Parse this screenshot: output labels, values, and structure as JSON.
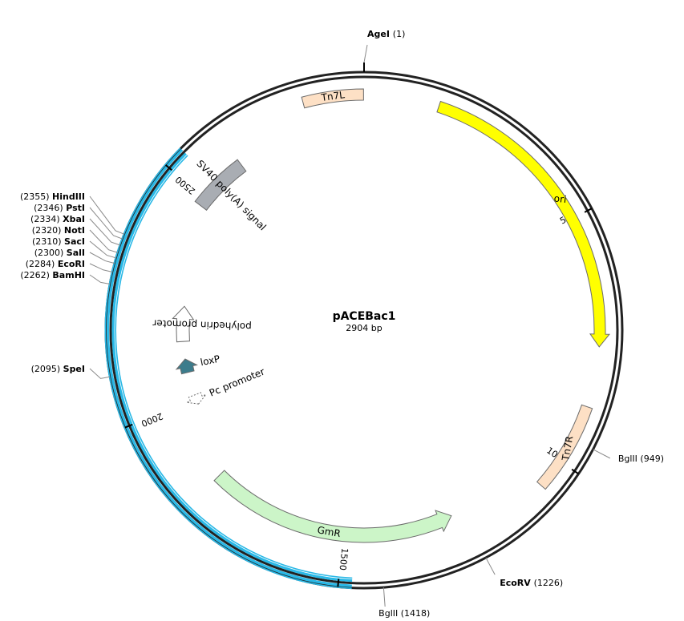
{
  "plasmid": {
    "name": "pACEBac1",
    "size_label": "2904 bp",
    "length": 2904
  },
  "colors": {
    "backbone": "#222222",
    "highlight": "#2ab8e6",
    "tn7": "#fde0c5",
    "ori": "#ffff00",
    "gmr": "#ccf5c8",
    "sv40": "#a9adb3",
    "polyhedrin": "#ffffff",
    "loxp": "#3c7c8c",
    "pc_promoter": "#ffffff"
  },
  "highlight_region": {
    "start": 1475,
    "end": 2540
  },
  "ticks": [
    {
      "bp": 500,
      "label": "500"
    },
    {
      "bp": 1000,
      "label": "1000"
    },
    {
      "bp": 1500,
      "label": "1500"
    },
    {
      "bp": 2000,
      "label": "2000"
    },
    {
      "bp": 2500,
      "label": "2500"
    }
  ],
  "features": [
    {
      "id": "tn7l",
      "label": "Tn7L",
      "start": 2784,
      "end": 2904,
      "ring": 0,
      "strand": 0,
      "color": "tn7",
      "shape": "box",
      "label_mode": "inside"
    },
    {
      "id": "ori",
      "label": "ori",
      "start": 150,
      "end": 760,
      "ring": 0,
      "strand": 1,
      "color": "ori",
      "shape": "arrow",
      "label_mode": "inside"
    },
    {
      "id": "tn7r",
      "label": "Tn7R",
      "start": 880,
      "end": 1060,
      "ring": 0,
      "strand": 0,
      "color": "tn7",
      "shape": "box",
      "label_mode": "inside"
    },
    {
      "id": "gmr",
      "label": "GmR",
      "start": 1250,
      "end": 1815,
      "ring": 1,
      "strand": -1,
      "color": "gmr",
      "shape": "arrow",
      "label_mode": "inside"
    },
    {
      "id": "pc_promoter",
      "label": "Pc promoter",
      "start": 1985,
      "end": 2010,
      "ring": 2,
      "strand": -1,
      "color": "pc_promoter",
      "shape": "arrow",
      "dashed": true,
      "label_mode": "outward"
    },
    {
      "id": "loxp",
      "label": "loxP",
      "start": 2070,
      "end": 2105,
      "ring": 2,
      "strand": 1,
      "color": "loxp",
      "shape": "arrow",
      "label_mode": "outward"
    },
    {
      "id": "polyhedrin",
      "label": "polyhedrin promoter",
      "start": 2150,
      "end": 2240,
      "ring": 2,
      "strand": 1,
      "color": "polyhedrin",
      "shape": "arrow",
      "label_mode": "beside"
    },
    {
      "id": "sv40",
      "label": "SV40 poly(A) signal",
      "start": 2480,
      "end": 2610,
      "ring": 1,
      "strand": 0,
      "color": "sv40",
      "shape": "box",
      "label_mode": "outward"
    }
  ],
  "sites": [
    {
      "name": "AgeI",
      "pos": "(1)",
      "bp": 1,
      "name_bold": true,
      "side": "top"
    },
    {
      "name": "BglII",
      "pos": "(949)",
      "bp": 949,
      "name_bold": false,
      "side": "right"
    },
    {
      "name": "EcoRV",
      "pos": "(1226)",
      "bp": 1226,
      "name_bold": true,
      "side": "right"
    },
    {
      "name": "BglII",
      "pos": "(1418)",
      "bp": 1418,
      "name_bold": false,
      "side": "bottom"
    },
    {
      "name": "SpeI",
      "pos": "(2095)",
      "bp": 2095,
      "name_bold": true,
      "side": "left"
    },
    {
      "name": "BamHI",
      "pos": "(2262)",
      "bp": 2262,
      "name_bold": true,
      "side": "left"
    },
    {
      "name": "EcoRI",
      "pos": "(2284)",
      "bp": 2284,
      "name_bold": true,
      "side": "left"
    },
    {
      "name": "SalI",
      "pos": "(2300)",
      "bp": 2300,
      "name_bold": true,
      "side": "left"
    },
    {
      "name": "SacI",
      "pos": "(2310)",
      "bp": 2310,
      "name_bold": true,
      "side": "left"
    },
    {
      "name": "NotI",
      "pos": "(2320)",
      "bp": 2320,
      "name_bold": true,
      "side": "left"
    },
    {
      "name": "XbaI",
      "pos": "(2334)",
      "bp": 2334,
      "name_bold": true,
      "side": "left"
    },
    {
      "name": "PstI",
      "pos": "(2346)",
      "bp": 2346,
      "name_bold": true,
      "side": "left"
    },
    {
      "name": "HindIII",
      "pos": "(2355)",
      "bp": 2355,
      "name_bold": true,
      "side": "left"
    }
  ]
}
